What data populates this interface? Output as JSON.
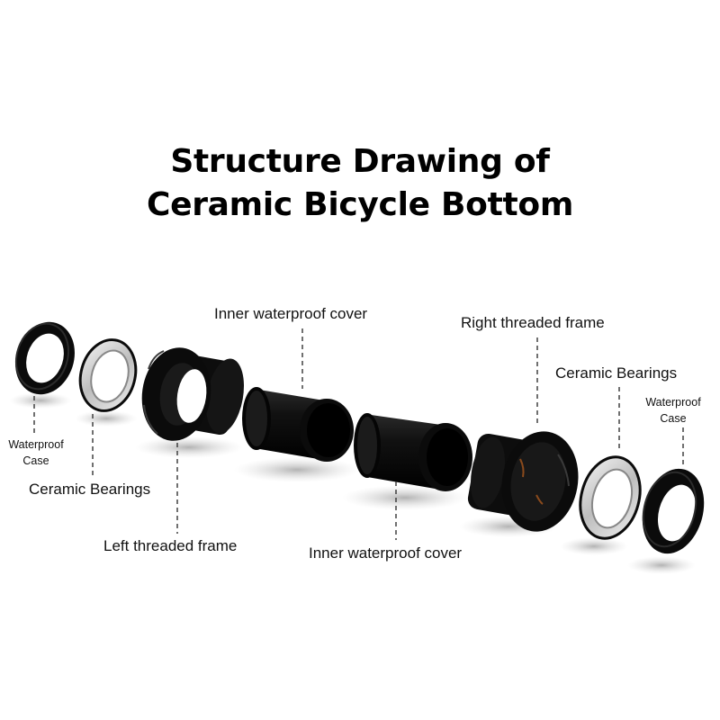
{
  "title": {
    "line1": "Structure Drawing of",
    "line2": "Ceramic Bicycle Bottom"
  },
  "labels": {
    "waterproof_case_left": [
      "Waterproof",
      "Case"
    ],
    "ceramic_bearings_left": "Ceramic Bearings",
    "left_threaded_frame": "Left threaded frame",
    "inner_waterproof_cover_top": "Inner waterproof cover",
    "inner_waterproof_cover_bottom": "Inner waterproof cover",
    "right_threaded_frame": "Right threaded frame",
    "ceramic_bearings_right": "Ceramic Bearings",
    "waterproof_case_right": [
      "Waterproof",
      "Case"
    ]
  },
  "colors": {
    "part_black": "#0b0b0b",
    "bearing_silver": "#d9d9d9",
    "shadow": "#c9c9c9",
    "leader_line": "#333333"
  }
}
